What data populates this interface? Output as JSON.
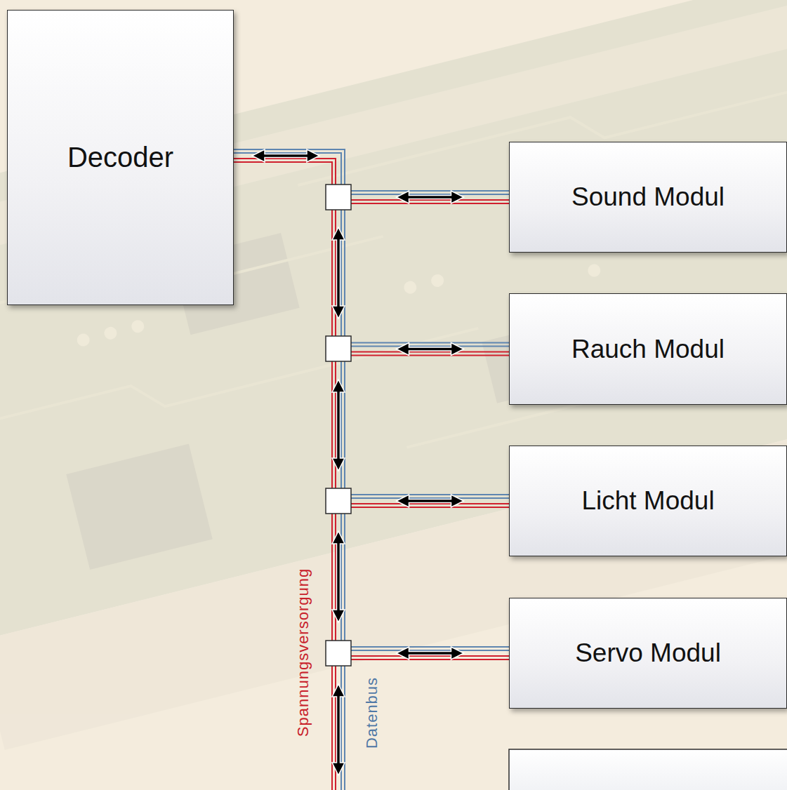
{
  "diagram": {
    "nodes": [
      {
        "text": [
          "Decoder"
        ]
      },
      {
        "text": [
          "Sound Modul"
        ]
      },
      {
        "text": [
          "Rauch Modul"
        ]
      },
      {
        "text": [
          "Licht Modul"
        ]
      },
      {
        "text": [
          "Servo Modul"
        ]
      }
    ],
    "edges": [
      {
        "from": 0,
        "to": 1,
        "arrow": "both"
      },
      {
        "from": 0,
        "to": 2,
        "arrow": "both"
      },
      {
        "from": 0,
        "to": 3,
        "arrow": "both"
      },
      {
        "from": 0,
        "to": 4,
        "arrow": "both"
      }
    ],
    "labels": [
      "Spannungsversorgung",
      "Datenbus"
    ]
  }
}
